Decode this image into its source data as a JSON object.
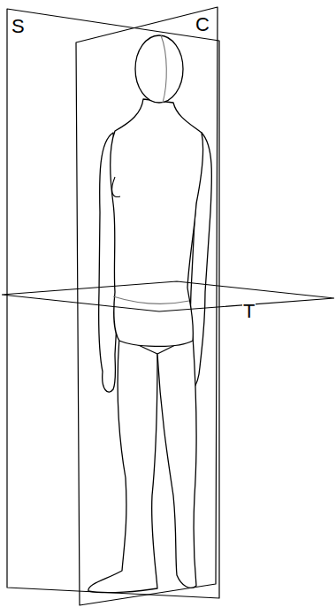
{
  "diagram": {
    "labels": [
      "S",
      "C",
      "T"
    ]
  }
}
